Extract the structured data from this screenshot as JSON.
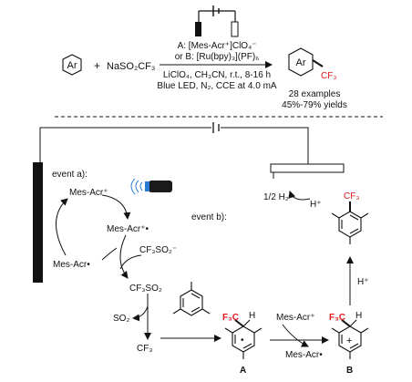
{
  "top": {
    "reactant_ar": "Ar",
    "plus": "+",
    "reagent": "NaSO₂CF₃",
    "cond_line1": "A: [Mes-Acr⁺]ClO₄⁻",
    "cond_line2": "or B: [Ru(bpy)₃](PF)₆",
    "cond_line3": "LiClO₄, CH₃CN, r.t., 8-16 h",
    "cond_line4": "Blue LED, N₂, CCE at 4.0 mA",
    "product_ar": "Ar",
    "product_cf3": "CF₃",
    "examples": "28 examples",
    "yields": "45%-79% yields"
  },
  "cycle_a": {
    "label": "event a):",
    "mes_acr_plus": "Mes-Acr⁺",
    "mes_acr_plus_radical": "Mes-Acr⁺•",
    "triflinate": "CF₃SO₂⁻",
    "mes_acr_radical": "Mes-Acr•",
    "so2_radical": "CF₃SO₂",
    "so2": "SO₂",
    "cf3_radical": "CF₃"
  },
  "cycle_b": {
    "label": "event b):",
    "half_h2": "1/2 H₂",
    "h_plus_cathode": "H⁺",
    "h_plus_arrow": "H⁺",
    "product_cf3": "CF₃",
    "a_f3c": "F₃C",
    "a_h": "H",
    "b_f3c": "F₃C",
    "b_h": "H",
    "mes_acr_plus_in": "Mes-Acr⁺",
    "mes_acr_radical_out": "Mes-Acr•",
    "label_a": "A",
    "label_b": "B",
    "dot": "•",
    "plus_sign": "+"
  },
  "colors": {
    "ink": "#111111",
    "accent_red": "#e0191f",
    "led_blue": "#2b7bd6"
  }
}
